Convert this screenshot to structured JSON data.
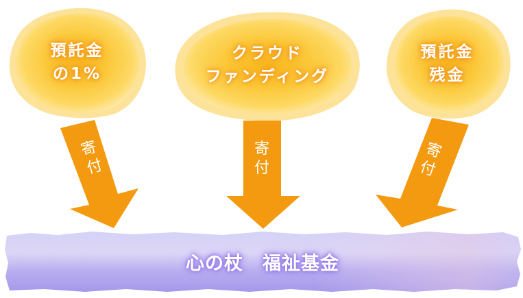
{
  "sources": [
    {
      "id": "deposit-1pct",
      "line1": "預託金",
      "line2": "の1%"
    },
    {
      "id": "crowdfunding",
      "line1": "クラウド",
      "line2": "ファンディング"
    },
    {
      "id": "deposit-remainder",
      "line1": "預託金",
      "line2": "残金"
    }
  ],
  "arrows": [
    {
      "label": "寄付"
    },
    {
      "label": "寄付"
    },
    {
      "label": "寄付"
    }
  ],
  "destination": {
    "label": "心の杖　福祉基金"
  },
  "colors": {
    "source_fill": "#fcd04a",
    "source_edge": "#fde9a0",
    "arrow": "#f39a10",
    "band_light": "#dcdaf8",
    "band_dark": "#a99ceb",
    "band_pink": "#e4cbe6"
  }
}
